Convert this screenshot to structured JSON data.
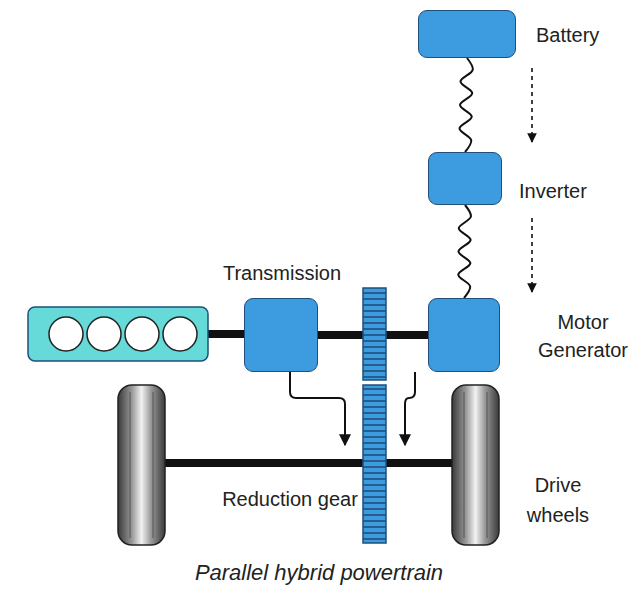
{
  "diagram": {
    "caption": "Parallel hybrid powertrain",
    "nodes": [
      {
        "text": [
          "Battery"
        ]
      },
      {
        "text": [
          "Inverter"
        ]
      },
      {
        "text": [
          "Motor Generator"
        ]
      },
      {
        "text": [
          "Transmission"
        ]
      }
    ],
    "edges": [
      {
        "from": 0,
        "to": 1,
        "arrow": "none"
      },
      {
        "from": 1,
        "to": 2,
        "arrow": "none"
      },
      {
        "from": 3,
        "to": 2,
        "arrow": "none"
      }
    ],
    "labels": [
      "Reduction gear",
      "Drive wheels"
    ]
  }
}
